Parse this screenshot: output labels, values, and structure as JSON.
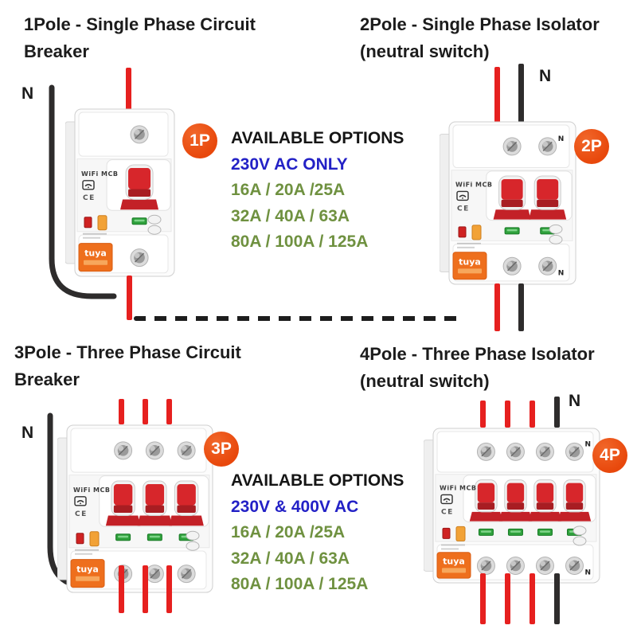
{
  "colors": {
    "badge_orange": "#e8480c",
    "wire_live_red": "#e6201f",
    "wire_neutral_black": "#2e2c2c",
    "title_text": "#1c1c1c",
    "voltage_text_blue": "#2321c6",
    "amps_text_green": "#6f9140",
    "toggle_red": "#d7262b",
    "tuya_sticker_orange": "#ee6f1d"
  },
  "quadrants": {
    "tl": {
      "title": "1Pole - Single Phase Circuit Breaker",
      "badge": "1P",
      "poles": 1,
      "neutral_label": "N"
    },
    "tr": {
      "title": "2Pole - Single Phase Isolator (neutral switch)",
      "badge": "2P",
      "poles": 2,
      "neutral_label": "N"
    },
    "bl": {
      "title": "3Pole - Three Phase Circuit Breaker",
      "badge": "3P",
      "poles": 3,
      "neutral_label": "N"
    },
    "br": {
      "title": "4Pole - Three Phase Isolator (neutral switch)",
      "badge": "4P",
      "poles": 4,
      "neutral_label": "N"
    }
  },
  "options_top": {
    "heading": "AVAILABLE OPTIONS",
    "voltage": "230V AC ONLY",
    "amps": [
      "16A / 20A /25A",
      "32A / 40A / 63A",
      "80A / 100A / 125A"
    ]
  },
  "options_bottom": {
    "heading": "AVAILABLE OPTIONS",
    "voltage": "230V & 400V AC",
    "amps": [
      "16A / 20A /25A",
      "32A / 40A / 63A",
      "80A / 100A / 125A"
    ]
  },
  "device": {
    "brand": "WiFi MCB",
    "ce": "CE",
    "logo": "tuya",
    "terminal_n": "N"
  }
}
